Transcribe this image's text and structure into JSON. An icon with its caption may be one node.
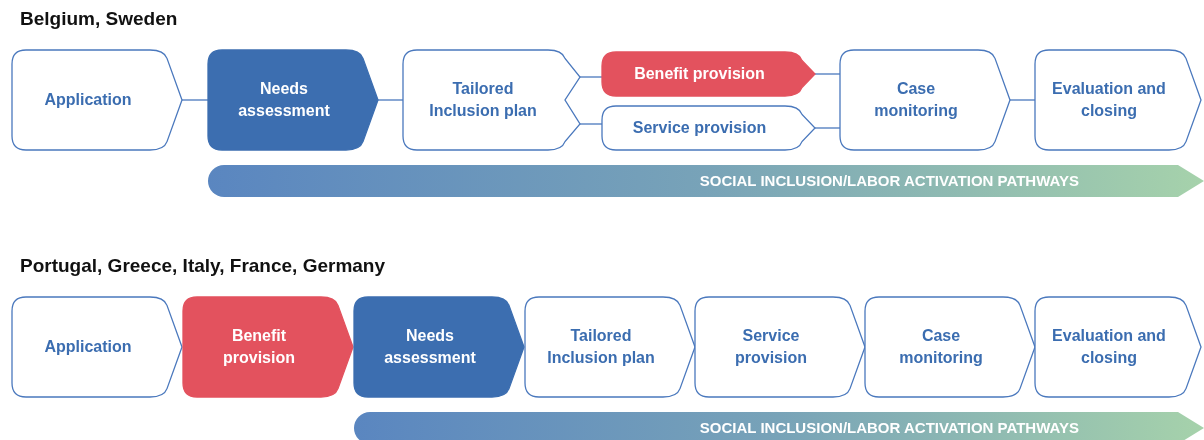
{
  "diagram": {
    "nodes": [
      {
        "text": [
          "Application"
        ]
      },
      {
        "text": [
          "Needs assessment"
        ]
      },
      {
        "text": [
          "Tailored Inclusion plan"
        ]
      },
      {
        "text": [
          "Benefit provision"
        ]
      },
      {
        "text": [
          "Service provision"
        ]
      },
      {
        "text": [
          "Case monitoring"
        ]
      },
      {
        "text": [
          "Evaluation and closing"
        ]
      },
      {
        "text": [
          "SOCIAL INCLUSION/LABOR ACTIVATION PATHWAYS"
        ]
      },
      {
        "text": [
          "Application"
        ]
      },
      {
        "text": [
          "Benefit provision"
        ]
      },
      {
        "text": [
          "Needs assessment"
        ]
      },
      {
        "text": [
          "Tailored Inclusion plan"
        ]
      },
      {
        "text": [
          "Service provision"
        ]
      },
      {
        "text": [
          "Case monitoring"
        ]
      },
      {
        "text": [
          "Evaluation and closing"
        ]
      },
      {
        "text": [
          "SOCIAL INCLUSION/LABOR ACTIVATION PATHWAYS"
        ]
      }
    ],
    "edges": [
      {
        "from": 0,
        "to": 1,
        "arrow": "none"
      },
      {
        "from": 1,
        "to": 2,
        "arrow": "none"
      },
      {
        "from": 2,
        "to": 3,
        "arrow": "none"
      },
      {
        "from": 2,
        "to": 4,
        "arrow": "none"
      },
      {
        "from": 3,
        "to": 5,
        "arrow": "none"
      },
      {
        "from": 4,
        "to": 5,
        "arrow": "none"
      },
      {
        "from": 5,
        "to": 6,
        "arrow": "none"
      }
    ],
    "labels": [
      "Belgium, Sweden",
      "Portugal, Greece, Italy, France, Germany"
    ]
  }
}
